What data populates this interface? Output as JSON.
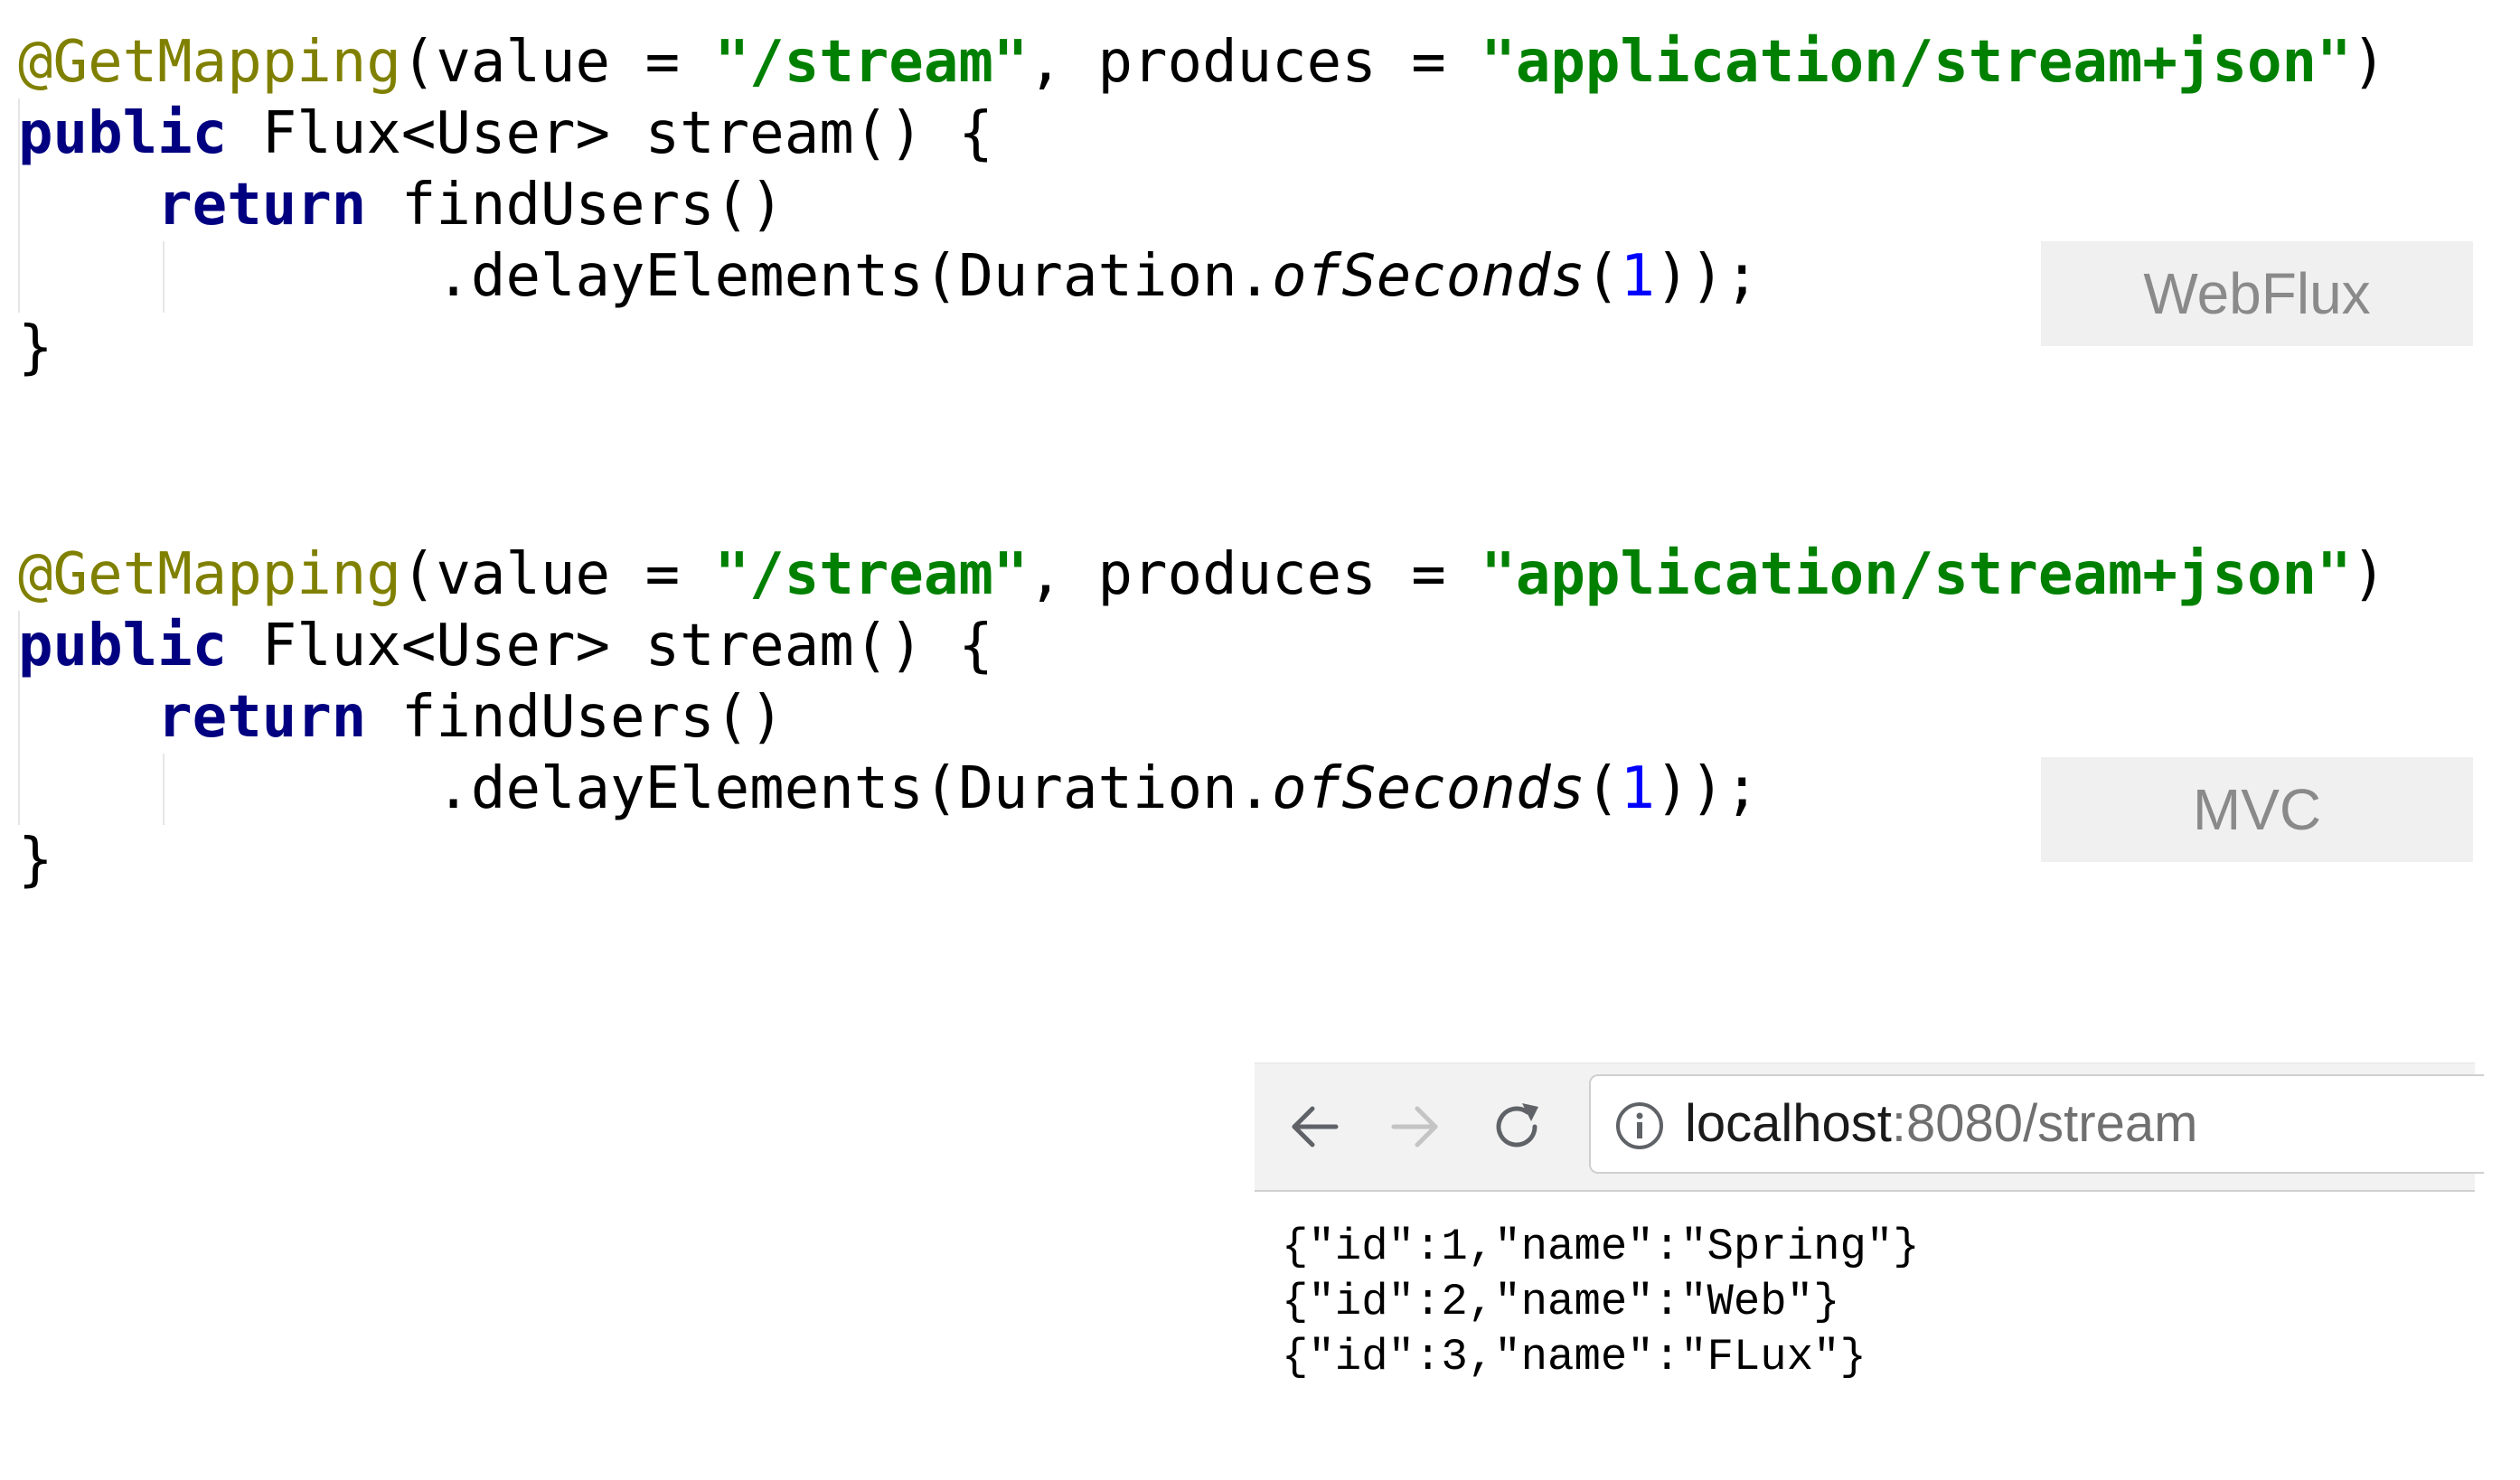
{
  "code_blocks": [
    {
      "line1": {
        "annotation": "@GetMapping",
        "p1": "(value = ",
        "value_str": "\"/stream\"",
        "p2": ", produces = ",
        "produces_str": "\"application/stream+json\"",
        "p3": ")"
      },
      "line2": {
        "kw": "public",
        "rest": " Flux<User> stream() {"
      },
      "line3": {
        "indent": "    ",
        "kw": "return",
        "rest": " findUsers()"
      },
      "line4": {
        "indent": "            ",
        "p1": ".delayElements(Duration.",
        "italic": "ofSeconds",
        "p2": "(",
        "num": "1",
        "p3": "));"
      },
      "line5": {
        "text": "}"
      }
    },
    {
      "line1": {
        "annotation": "@GetMapping",
        "p1": "(value = ",
        "value_str": "\"/stream\"",
        "p2": ", produces = ",
        "produces_str": "\"application/stream+json\"",
        "p3": ")"
      },
      "line2": {
        "kw": "public",
        "rest": " Flux<User> stream() {"
      },
      "line3": {
        "indent": "    ",
        "kw": "return",
        "rest": " findUsers()"
      },
      "line4": {
        "indent": "            ",
        "p1": ".delayElements(Duration.",
        "italic": "ofSeconds",
        "p2": "(",
        "num": "1",
        "p3": "));"
      },
      "line5": {
        "text": "}"
      }
    }
  ],
  "labels": {
    "webflux": "WebFlux",
    "mvc": "MVC"
  },
  "browser": {
    "icons": {
      "back": "arrow-left-icon",
      "forward": "arrow-right-icon",
      "reload": "reload-icon",
      "info": "info-icon"
    },
    "url_host": "localhost",
    "url_rest": ":8080/stream",
    "output_lines": [
      "{\"id\":1,\"name\":\"Spring\"}",
      "{\"id\":2,\"name\":\"Web\"}",
      "{\"id\":3,\"name\":\"FLux\"}"
    ]
  },
  "colors": {
    "annotation": "#808000",
    "keyword": "#000080",
    "string": "#008000",
    "number": "#0000ff",
    "label_bg": "#f0f0f0",
    "label_text": "#8a8a8a",
    "toolbar_bg": "#f2f2f2"
  }
}
